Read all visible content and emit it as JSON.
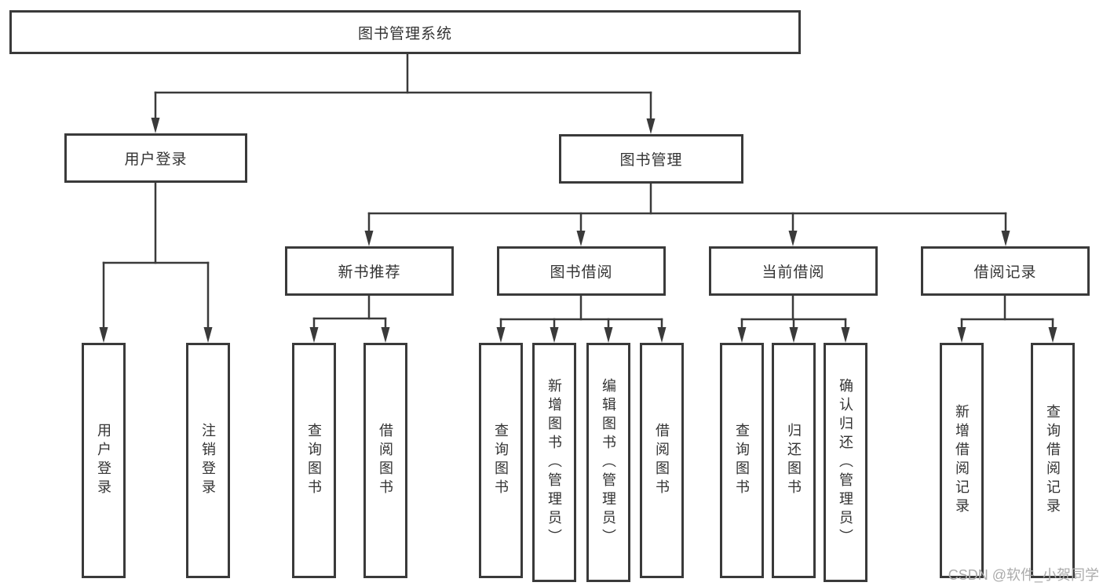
{
  "tree": {
    "label": "图书管理系统",
    "children": [
      {
        "label": "用户登录",
        "children": [
          {
            "label": "用户登录"
          },
          {
            "label": "注销登录"
          }
        ]
      },
      {
        "label": "图书管理",
        "children": [
          {
            "label": "新书推荐",
            "children": [
              {
                "label": "查询图书"
              },
              {
                "label": "借阅图书"
              }
            ]
          },
          {
            "label": "图书借阅",
            "children": [
              {
                "label": "查询图书"
              },
              {
                "label": "新增图书（管理员）"
              },
              {
                "label": "编辑图书（管理员）"
              },
              {
                "label": "借阅图书"
              }
            ]
          },
          {
            "label": "当前借阅",
            "children": [
              {
                "label": "查询图书"
              },
              {
                "label": "归还图书"
              },
              {
                "label": "确认归还（管理员）"
              }
            ]
          },
          {
            "label": "借阅记录",
            "children": [
              {
                "label": "新增借阅记录"
              },
              {
                "label": "查询借阅记录"
              }
            ]
          }
        ]
      }
    ]
  },
  "watermark": {
    "text": "CSDN @软件_小贺同学"
  },
  "colors": {
    "line": "#3a3a3a",
    "box_border": "#3a3a3a",
    "text": "#333333",
    "watermark": "#ababab",
    "background": "#ffffff"
  }
}
